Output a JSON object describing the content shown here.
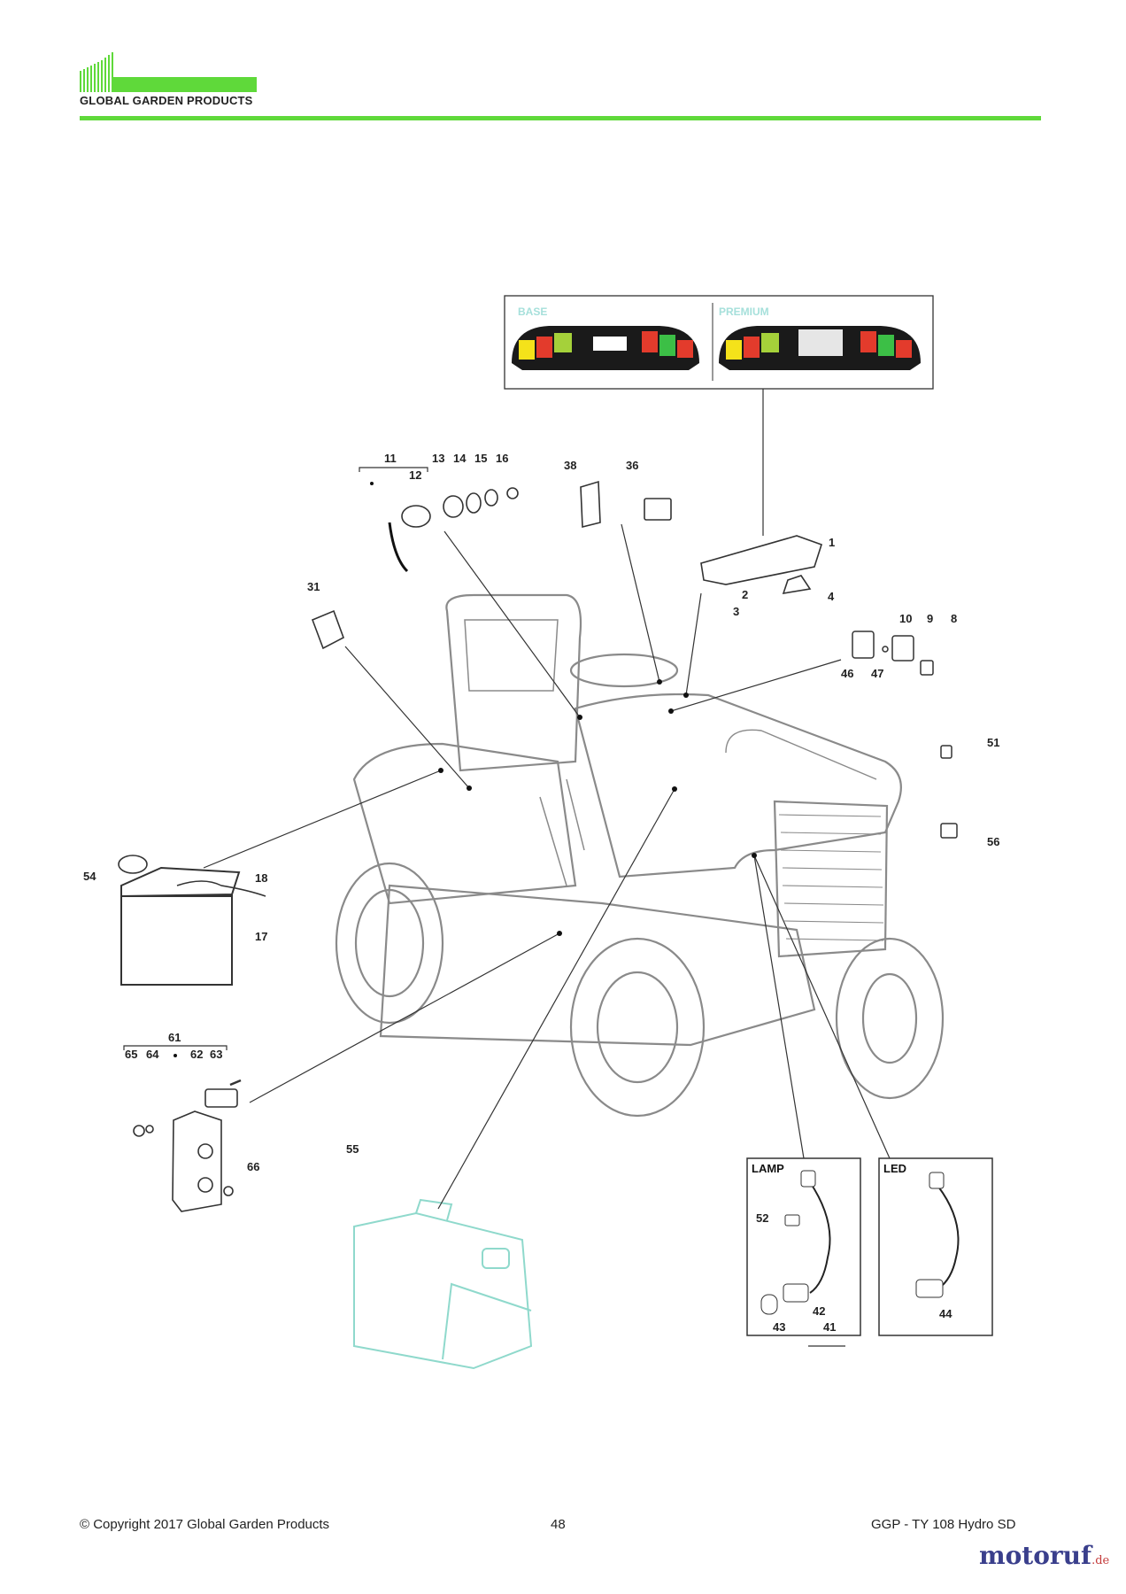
{
  "header": {
    "brand": "GLOBAL GARDEN PRODUCTS",
    "logo_icon": "ggp-logo-icon",
    "accent_color": "#5fd93a"
  },
  "dashboard_panel": {
    "base_label": "BASE",
    "premium_label": "PREMIUM"
  },
  "callouts": {
    "c1": "1",
    "c2": "2",
    "c3": "3",
    "c4": "4",
    "c8": "8",
    "c9": "9",
    "c10": "10",
    "c11": "11",
    "c12": "12",
    "c13": "13",
    "c14": "14",
    "c15": "15",
    "c16": "16",
    "c17": "17",
    "c18": "18",
    "c31": "31",
    "c36": "36",
    "c38": "38",
    "c41": "41",
    "c42": "42",
    "c43": "43",
    "c44": "44",
    "c46": "46",
    "c47": "47",
    "c51": "51",
    "c52": "52",
    "c54": "54",
    "c55": "55",
    "c56": "56",
    "c61": "61",
    "c62": "62",
    "c63": "63",
    "c64": "64",
    "c65": "65",
    "c66": "66"
  },
  "inset_boxes": {
    "lamp_label": "LAMP",
    "led_label": "LED"
  },
  "footer": {
    "copyright": "© Copyright 2017 Global Garden Products",
    "page_number": "48",
    "model": "GGP - TY 108 Hydro SD"
  },
  "watermark": {
    "text": "motoruf",
    "suffix": ".de"
  }
}
